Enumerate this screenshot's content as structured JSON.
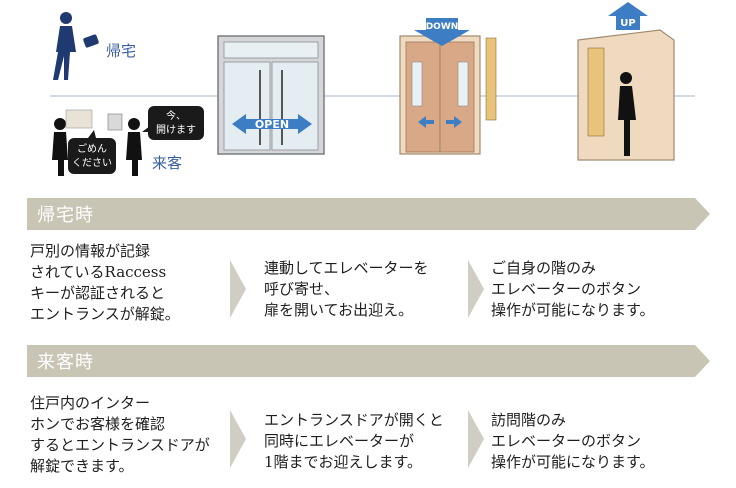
{
  "illustration": {
    "home_label": "帰宅",
    "guest_label": "来客",
    "bubble_guest": "ごめん\nください",
    "bubble_resident": "今、\n開けます",
    "door_sign": "OPEN",
    "down_sign": "DOWN",
    "up_sign": "UP"
  },
  "sections": [
    {
      "title": "帰宅時",
      "steps": [
        "戸別の情報が記録\nされているRaccess\nキーが認証されると\nエントランスが解錠。",
        "連動してエレベーターを\n呼び寄せ、\n扉を開いてお出迎え。",
        "ご自身の階のみ\nエレベーターのボタン\n操作が可能になります。"
      ]
    },
    {
      "title": "来客時",
      "steps": [
        "住戸内のインター\nホンでお客様を確認\nするとエントランスドアが\n解錠できます。",
        "エントランスドアが開くと\n同時にエレベーターが\n1階までお迎えします。",
        "訪問階のみ\nエレベーターのボタン\n操作が可能になります。"
      ]
    }
  ],
  "colors": {
    "bar": "#c8c5b5",
    "arrow_blue": "#3d7dc4",
    "elevator_wall": "#efd9bf",
    "chevron": "#d0cdc2"
  }
}
